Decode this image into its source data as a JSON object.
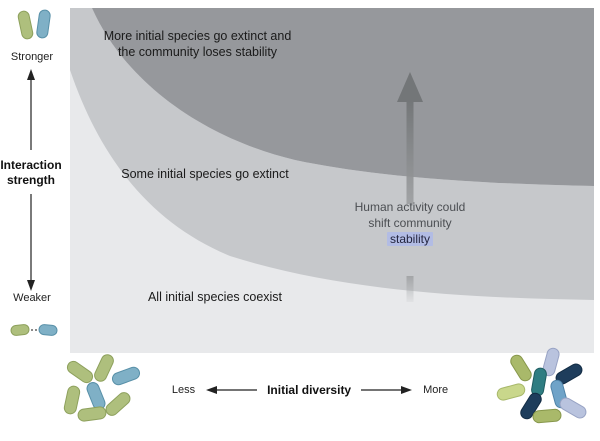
{
  "figure": {
    "type": "conceptual-diagram",
    "regions": {
      "unstable_label": "More initial species go extinct and the community loses stability",
      "partial_label": "Some initial species go extinct",
      "coexist_label": "All initial species coexist"
    },
    "annotation": {
      "text": "Human activity could shift community",
      "highlight": "stability"
    },
    "y_axis": {
      "top": "Stronger",
      "title": "Interaction strength",
      "bottom": "Weaker"
    },
    "x_axis": {
      "left": "Less",
      "title": "Initial diversity",
      "right": "More"
    },
    "icons": {
      "top_left": "microbe-pair-strong-icon",
      "bottom_left": "microbe-pair-weak-icon",
      "low_diversity": "low-diversity-microbes-icon",
      "high_diversity": "high-diversity-microbes-icon"
    },
    "colors": {
      "region_unstable": "#96989c",
      "region_partial": "#c6c8cb",
      "region_coexist": "#e8e9eb",
      "arrow": "#737678",
      "highlight_bg": "#b2bce4",
      "microbe_green": "#aebf7d",
      "microbe_blue": "#7fb0c6",
      "microbe_navy": "#1e3d5c",
      "microbe_teal": "#2f7d82",
      "microbe_lightpurple": "#b9c3de",
      "microbe_yellowgreen": "#c9d78b",
      "microbe_olive": "#a9b96a"
    }
  }
}
